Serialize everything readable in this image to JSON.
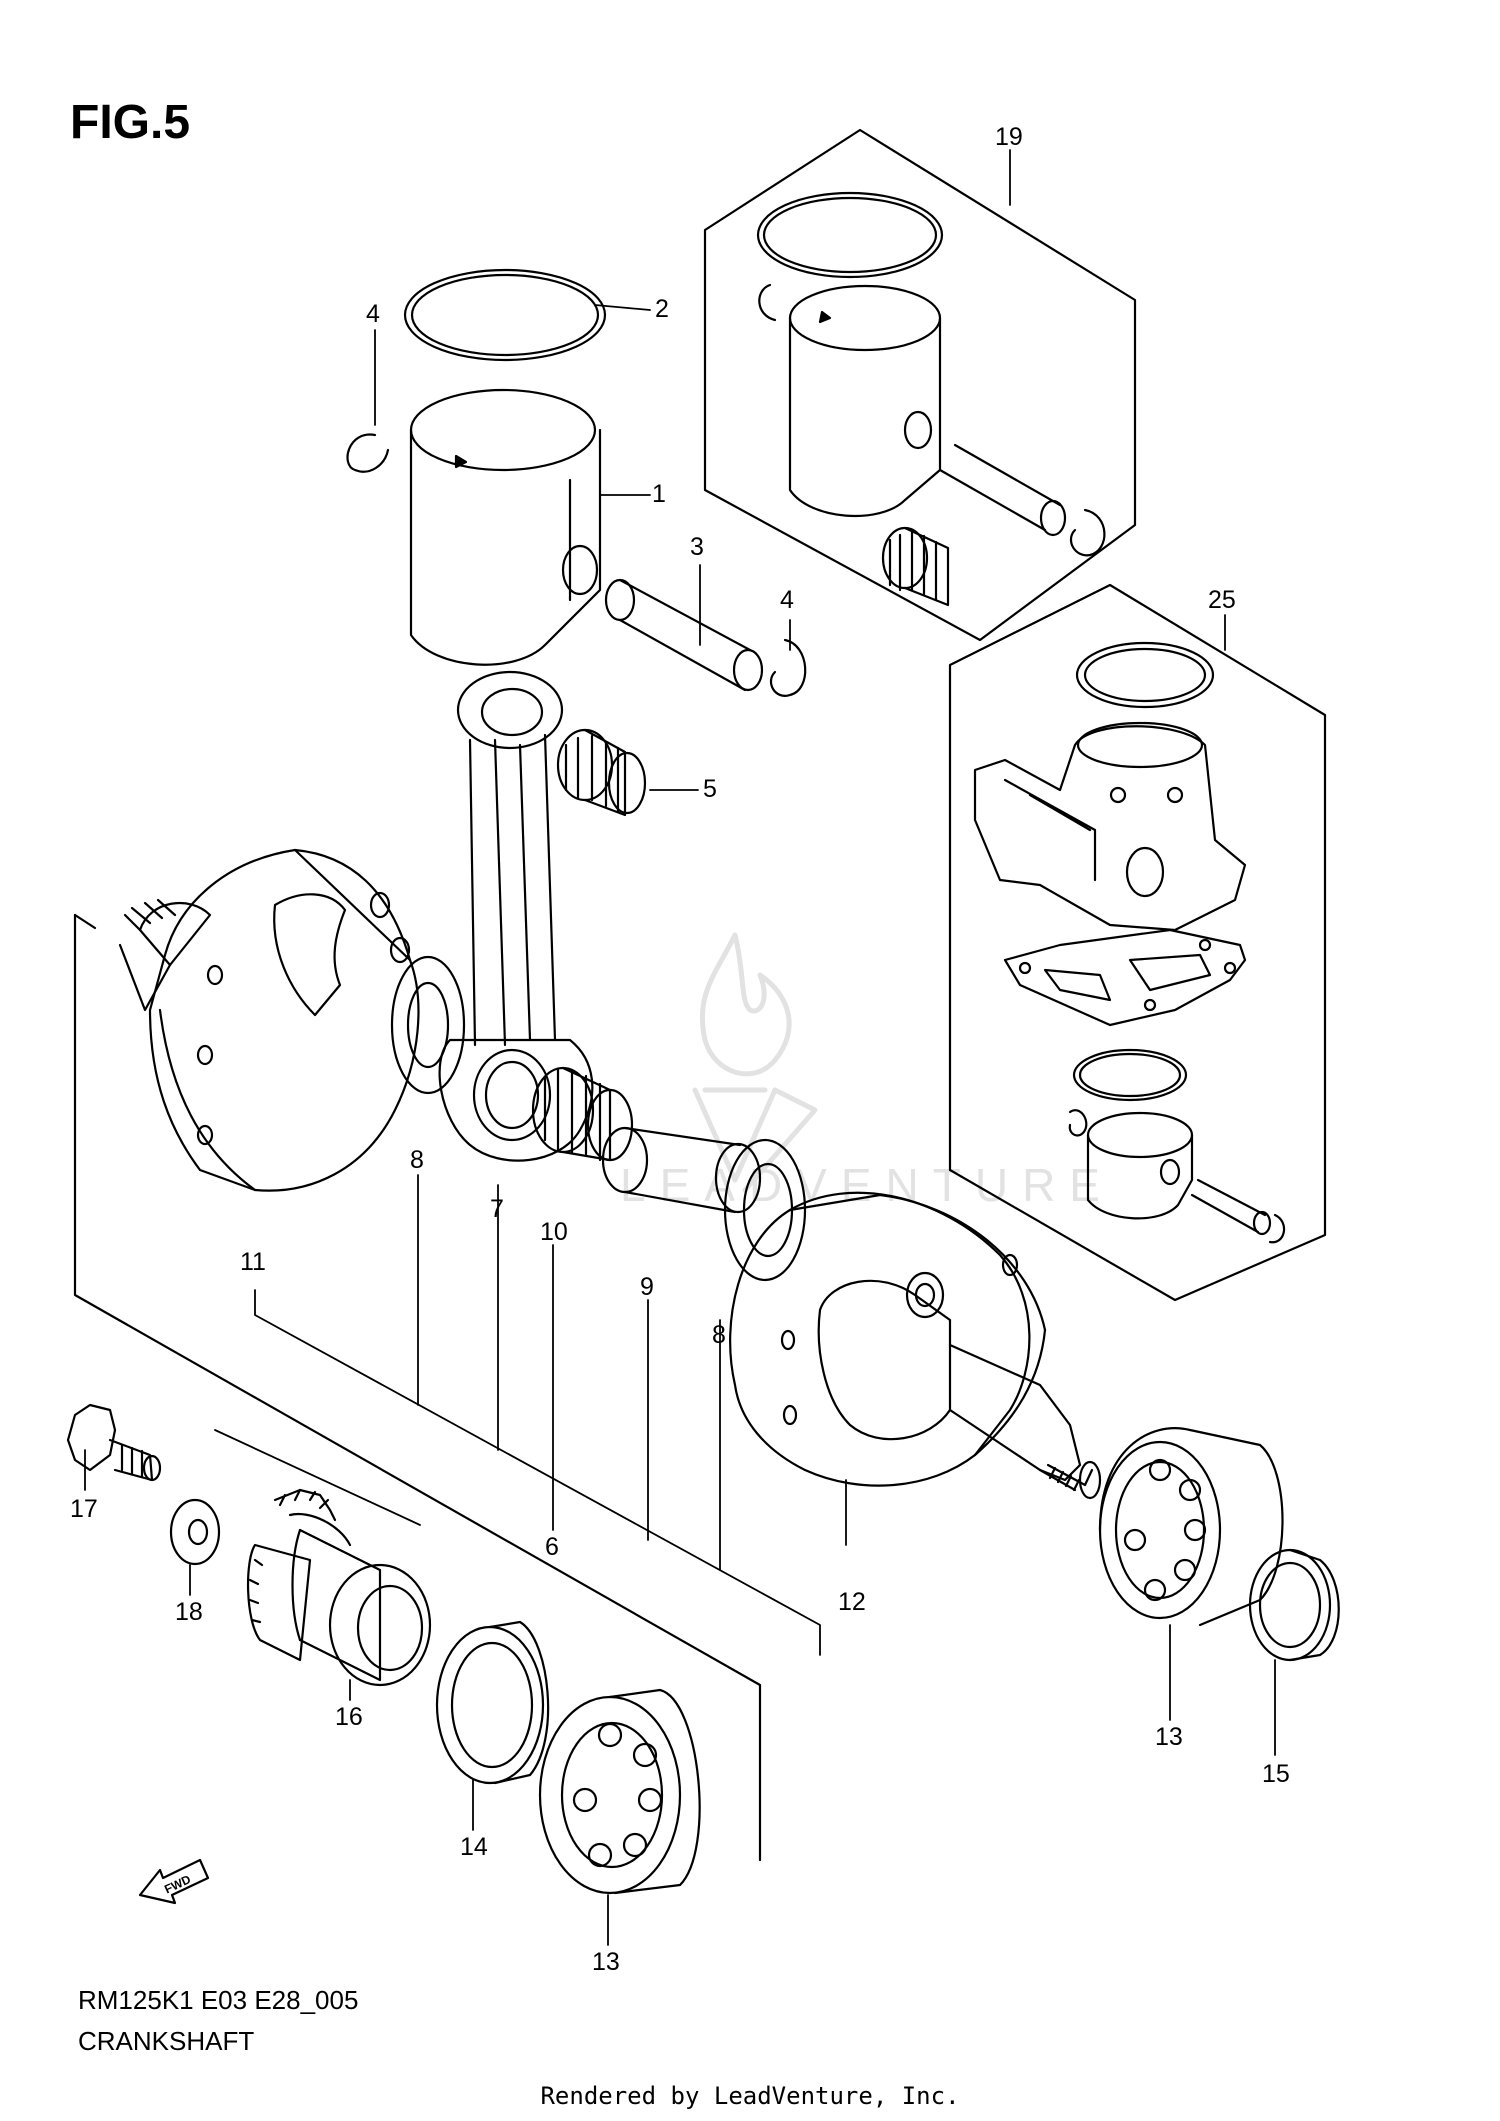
{
  "figure": {
    "label": "FIG.5"
  },
  "diagram": {
    "code": "RM125K1 E03 E28_005",
    "title": "CRANKSHAFT",
    "footer": "Rendered by LeadVenture, Inc.",
    "watermark": "LEADVENTURE",
    "fwd_label": "FWD"
  },
  "callouts": [
    {
      "id": "c1",
      "text": "1"
    },
    {
      "id": "c2",
      "text": "2"
    },
    {
      "id": "c3",
      "text": "3"
    },
    {
      "id": "c4a",
      "text": "4"
    },
    {
      "id": "c4b",
      "text": "4"
    },
    {
      "id": "c5",
      "text": "5"
    },
    {
      "id": "c6",
      "text": "6"
    },
    {
      "id": "c7",
      "text": "7"
    },
    {
      "id": "c8a",
      "text": "8"
    },
    {
      "id": "c8b",
      "text": "8"
    },
    {
      "id": "c9",
      "text": "9"
    },
    {
      "id": "c10",
      "text": "10"
    },
    {
      "id": "c11",
      "text": "11"
    },
    {
      "id": "c12",
      "text": "12"
    },
    {
      "id": "c13a",
      "text": "13"
    },
    {
      "id": "c13b",
      "text": "13"
    },
    {
      "id": "c14",
      "text": "14"
    },
    {
      "id": "c15",
      "text": "15"
    },
    {
      "id": "c16",
      "text": "16"
    },
    {
      "id": "c17",
      "text": "17"
    },
    {
      "id": "c18",
      "text": "18"
    },
    {
      "id": "c19",
      "text": "19"
    },
    {
      "id": "c25",
      "text": "25"
    }
  ]
}
